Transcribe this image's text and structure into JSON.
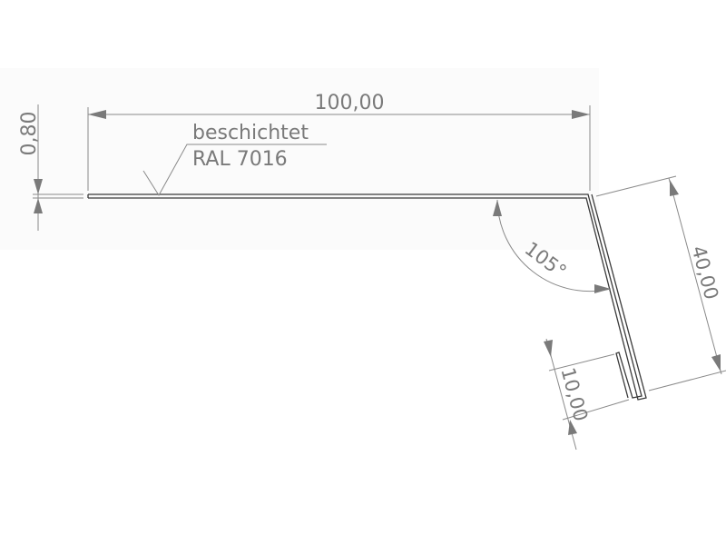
{
  "drawing": {
    "width_dimension": "100,00",
    "thickness_dimension": "0,80",
    "flange_dimension": "40,00",
    "hem_dimension": "10,00",
    "angle": "105°",
    "note_line1": "beschichtet",
    "note_line2": "RAL 7016"
  },
  "colors": {
    "dimension": "#8a8a8a",
    "part": "#3a3a3a"
  }
}
